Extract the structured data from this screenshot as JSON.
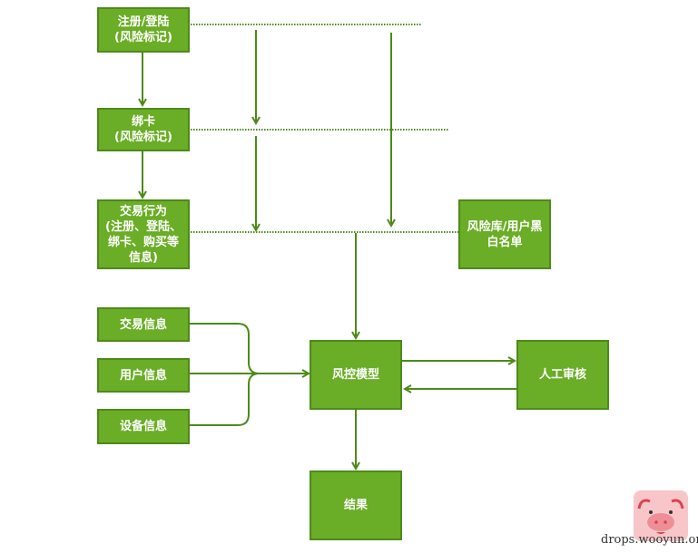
{
  "diagram": {
    "nodes": {
      "register": "注册/登陆\n(风险标记)",
      "bind_card": "绑卡\n(风险标记)",
      "transaction": "交易行为\n(注册、登陆、\n绑卡、购买等\n信息)",
      "risk_db": "风险库/用户黑\n白名单",
      "trade_info": "交易信息",
      "user_info": "用户信息",
      "device_info": "设备信息",
      "risk_model": "风控模型",
      "manual_review": "人工审核",
      "result": "结果"
    },
    "colors": {
      "node_fill": "#6aad26",
      "node_border": "#4d8a19",
      "edge": "#4d8a19"
    }
  },
  "watermark": {
    "text": "drops.wooyun.org",
    "icon": "pig-face-icon"
  }
}
